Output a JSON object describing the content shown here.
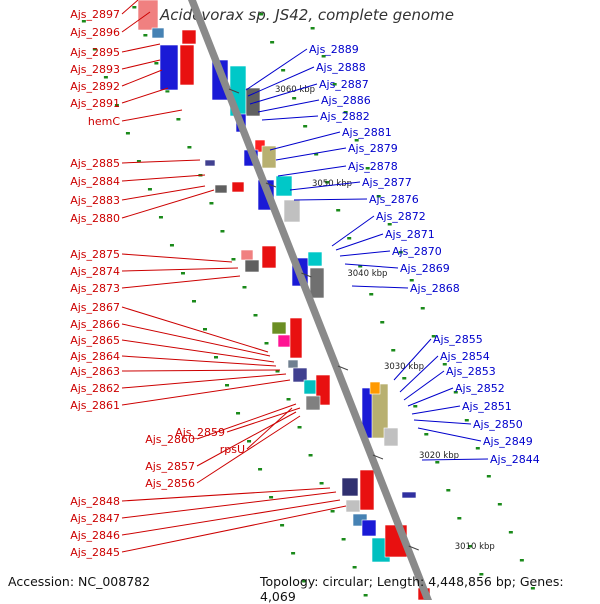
{
  "title": "Acidovorax sp. JS42, complete genome",
  "footer": {
    "accession": "Accession: NC_008782",
    "stats": "Topology: circular; Length: 4,448,856 bp; Genes: 4,069"
  },
  "ticks": [
    "3060 kbp",
    "3050 kbp",
    "3040 kbp",
    "3030 kbp",
    "3020 kbp",
    "3010 kbp"
  ],
  "left_labels": [
    "Ajs_2897",
    "Ajs_2896",
    "Ajs_2895",
    "Ajs_2893",
    "Ajs_2892",
    "Ajs_2891",
    "hemC",
    "Ajs_2885",
    "Ajs_2884",
    "Ajs_2883",
    "Ajs_2880",
    "Ajs_2875",
    "Ajs_2874",
    "Ajs_2873",
    "Ajs_2867",
    "Ajs_2866",
    "Ajs_2865",
    "Ajs_2864",
    "Ajs_2863",
    "Ajs_2862",
    "Ajs_2861",
    "Ajs_2860",
    "Ajs_2859",
    "rpsU",
    "Ajs_2857",
    "Ajs_2856",
    "Ajs_2848",
    "Ajs_2847",
    "Ajs_2846",
    "Ajs_2845"
  ],
  "right_labels": [
    "Ajs_2889",
    "Ajs_2888",
    "Ajs_2887",
    "Ajs_2886",
    "Ajs_2882",
    "Ajs_2881",
    "Ajs_2879",
    "Ajs_2878",
    "Ajs_2877",
    "Ajs_2876",
    "Ajs_2872",
    "Ajs_2871",
    "Ajs_2870",
    "Ajs_2869",
    "Ajs_2868",
    "Ajs_2855",
    "Ajs_2854",
    "Ajs_2853",
    "Ajs_2852",
    "Ajs_2851",
    "Ajs_2850",
    "Ajs_2849",
    "Ajs_2844"
  ],
  "colors": {
    "left_label": "#cc0000",
    "right_label": "#0000cc",
    "backbone": "#8a8a8a",
    "tick_dot": "#1a8a1a"
  }
}
